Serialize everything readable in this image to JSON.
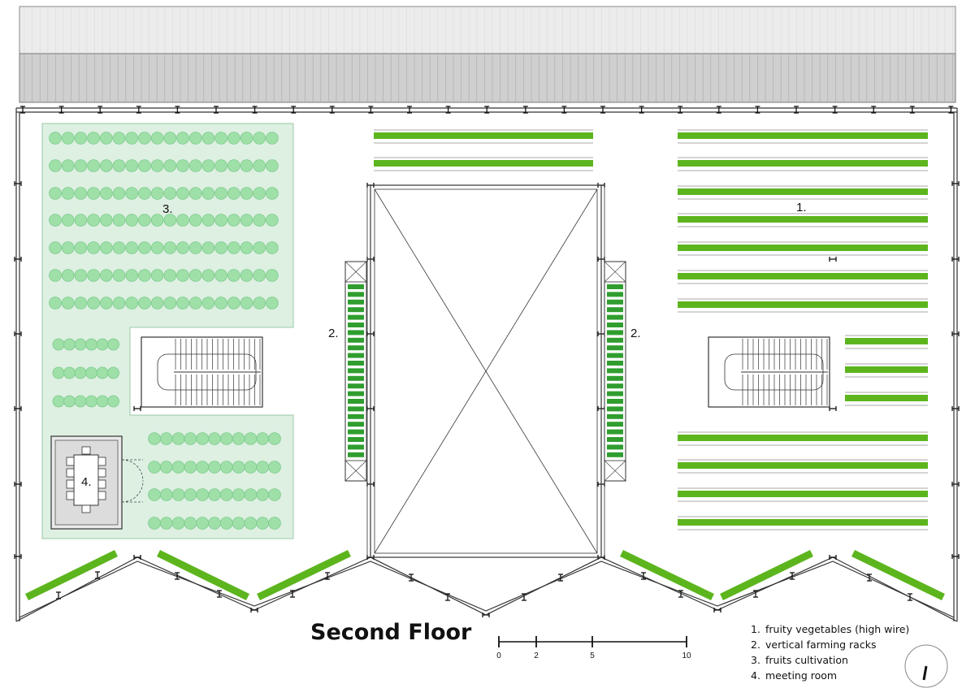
{
  "title": "Second Floor",
  "labels": {
    "zone_1": "1.",
    "zone_2_left": "2.",
    "zone_2_right": "2.",
    "zone_3": "3.",
    "zone_4": "4."
  },
  "legend": [
    {
      "num": "1.",
      "text": "fruity vegetables (high wire)"
    },
    {
      "num": "2.",
      "text": "vertical farming racks"
    },
    {
      "num": "3.",
      "text": "fruits cultivation"
    },
    {
      "num": "4.",
      "text": "meeting room"
    }
  ],
  "scale_bar": {
    "ticks": [
      "0",
      "2",
      "5",
      "10"
    ]
  },
  "colors": {
    "crop_green": "#5db51e",
    "rack_green": "#2f9e2f",
    "fruit_circle": "#9fe0a9",
    "fruit_zone": "#ddf0e2",
    "roof": "#d9d9d9",
    "line": "#333333"
  },
  "icons": {
    "north_arrow": "north-arrow-icon"
  }
}
